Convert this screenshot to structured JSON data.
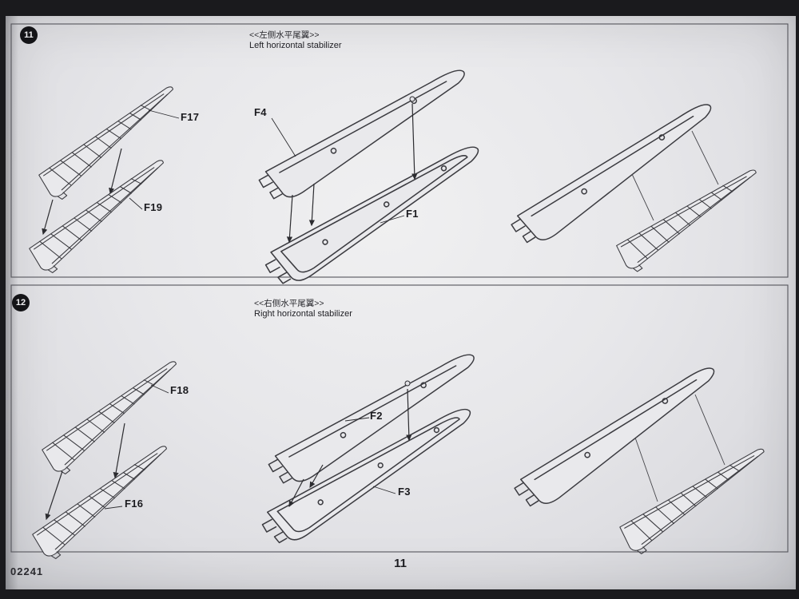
{
  "photo": {
    "backdrop_color": "#1a1a1d",
    "paper_color": "#e7e7ea",
    "ink_color": "#3b3b40"
  },
  "steps": [
    {
      "number": "11",
      "title_cn": "<<左侧水平尾翼>>",
      "title_en": "Left horizontal stabilizer",
      "parts": [
        "F17",
        "F19",
        "F4",
        "F1"
      ]
    },
    {
      "number": "12",
      "title_cn": "<<右侧水平尾翼>>",
      "title_en": "Right horizontal stabilizer",
      "parts": [
        "F18",
        "F16",
        "F2",
        "F3"
      ]
    }
  ],
  "footer": {
    "kit_number": "02241",
    "page_number": "11"
  }
}
